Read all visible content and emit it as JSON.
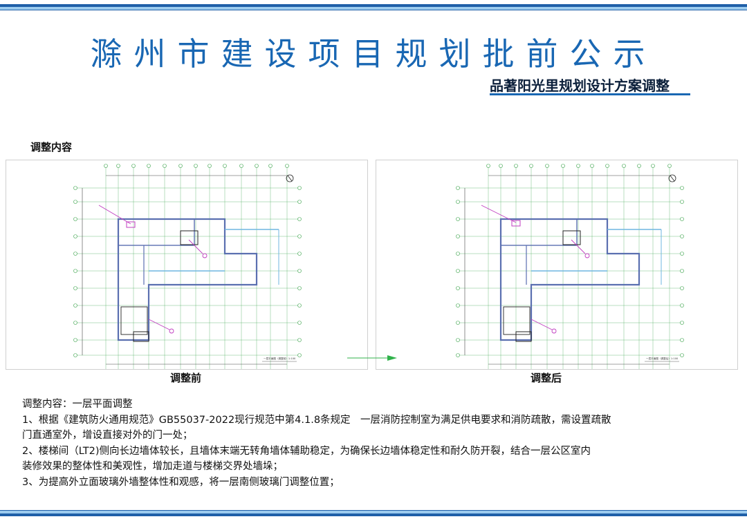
{
  "header": {
    "title": "滁州市建设项目规划批前公示",
    "subtitle": "品著阳光里规划设计方案调整"
  },
  "section": {
    "label": "调整内容"
  },
  "panels": {
    "before": {
      "caption": "调整前",
      "plan_title": "一层平面图（调整前）1:100"
    },
    "after": {
      "caption": "调整后",
      "plan_title": "一层平面图（调整后）1:100"
    }
  },
  "description": {
    "heading": "调整内容：一层平面调整",
    "lines": [
      "1、根据《建筑防火通用规范》GB55037-2022现行规范中第4.1.8条规定　一层消防控制室为满足供电要求和消防疏散，需设置疏散",
      "门直通室外，增设直接对外的门一处；",
      "2、楼梯间（LT2)侧向长边墙体较长，且墙体末端无转角墙体辅助稳定，为确保长边墙体稳定性和耐久防开裂，结合一层公区室内",
      "装修效果的整体性和美观性，增加走道与楼梯交界处墙垛；",
      "3、为提高外立面玻璃外墙整体性和观感，将一层南侧玻璃门调整位置；"
    ]
  },
  "colors": {
    "title_blue": "#1967b3",
    "band_dark": "#1f5fa8",
    "band_light": "#9ccbee",
    "grid_green": "#3aa34a",
    "wall_blue": "#5a6fb0",
    "marker_magenta": "#c03cc0",
    "arrow_green": "#2fb24a"
  }
}
